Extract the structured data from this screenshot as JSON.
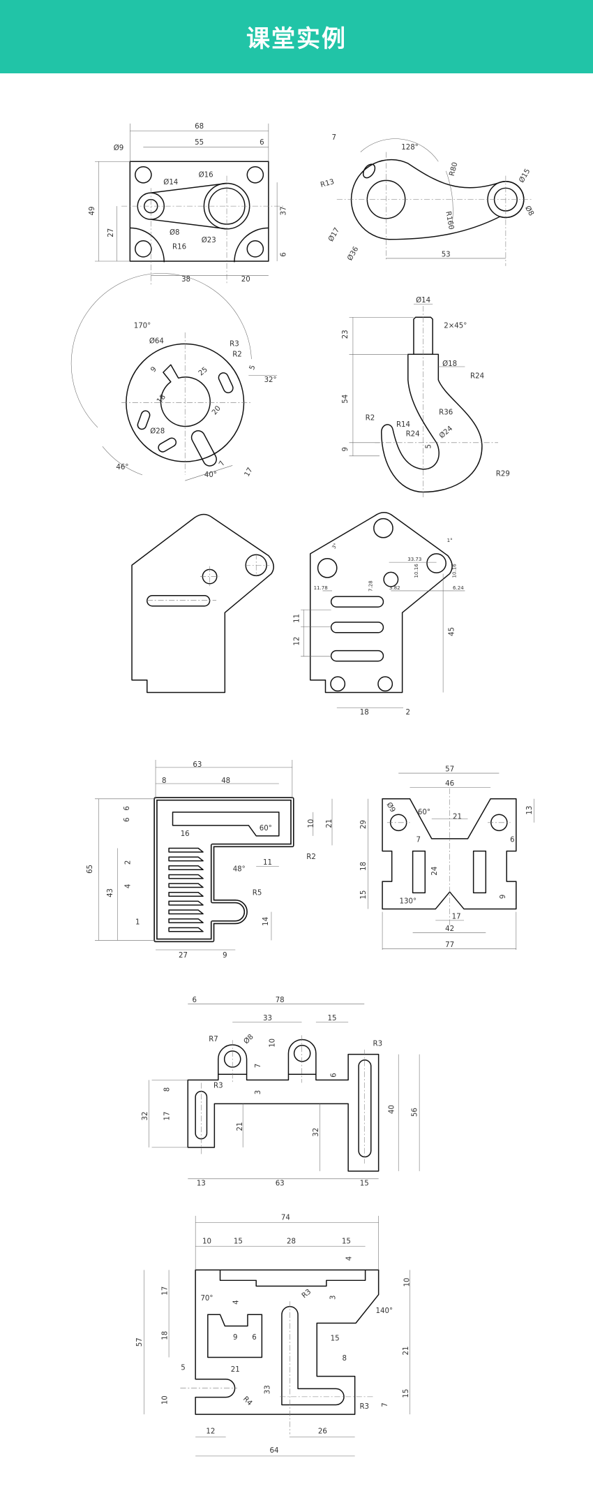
{
  "header": {
    "title": "课堂实例",
    "background": "#21c4a7"
  },
  "drawings": [
    {
      "name": "plate-with-bosses",
      "dims": [
        "68",
        "55",
        "6",
        "Ø9",
        "Ø14",
        "Ø16",
        "Ø8",
        "Ø23",
        "R16",
        "49",
        "27",
        "37",
        "6",
        "38",
        "20"
      ]
    },
    {
      "name": "rocker-arm",
      "dims": [
        "7",
        "128°",
        "R80",
        "R13",
        "Ø15",
        "R160",
        "Ø8",
        "Ø17",
        "Ø36",
        "53"
      ]
    },
    {
      "name": "flange-disc",
      "dims": [
        "170°",
        "Ø64",
        "R3",
        "R2",
        "5",
        "32°",
        "9",
        "25",
        "18",
        "20",
        "Ø28",
        "46°",
        "40°",
        "7",
        "17"
      ]
    },
    {
      "name": "crane-hook",
      "dims": [
        "Ø14",
        "2×45°",
        "23",
        "Ø18",
        "R24",
        "54",
        "R36",
        "R2",
        "R14",
        "Ø24",
        "R24",
        "9",
        "5",
        "R29"
      ]
    },
    {
      "name": "bracket-plate-plain",
      "dims": []
    },
    {
      "name": "bracket-plate-dimensioned",
      "dims": [
        "3°",
        "1°",
        "33.73",
        "10.16",
        "10.16",
        "11.78",
        "7.28",
        "3.82",
        "6.24",
        "11",
        "12",
        "45",
        "18",
        "2"
      ]
    },
    {
      "name": "comb-plate",
      "dims": [
        "63",
        "8",
        "48",
        "6",
        "6",
        "60°",
        "10",
        "21",
        "16",
        "11",
        "R2",
        "2",
        "48°",
        "65",
        "43",
        "4",
        "R5",
        "1",
        "14",
        "27",
        "9"
      ]
    },
    {
      "name": "v-block",
      "dims": [
        "57",
        "46",
        "60°",
        "Ø9",
        "21",
        "13",
        "29",
        "7",
        "6",
        "18",
        "24",
        "15",
        "130°",
        "9",
        "17",
        "42",
        "77"
      ]
    },
    {
      "name": "hinge-bracket",
      "dims": [
        "6",
        "78",
        "33",
        "15",
        "R7",
        "Ø8",
        "10",
        "7",
        "R3",
        "6",
        "R3",
        "3",
        "8",
        "32",
        "17",
        "21",
        "40",
        "56",
        "32",
        "13",
        "63",
        "15"
      ]
    },
    {
      "name": "channel-plate",
      "dims": [
        "74",
        "10",
        "15",
        "28",
        "15",
        "4",
        "17",
        "10",
        "70°",
        "4",
        "R3",
        "3",
        "140°",
        "18",
        "9",
        "6",
        "15",
        "21",
        "8",
        "5",
        "21",
        "57",
        "15",
        "33",
        "R4",
        "10",
        "R3",
        "7",
        "12",
        "26",
        "64"
      ]
    }
  ]
}
